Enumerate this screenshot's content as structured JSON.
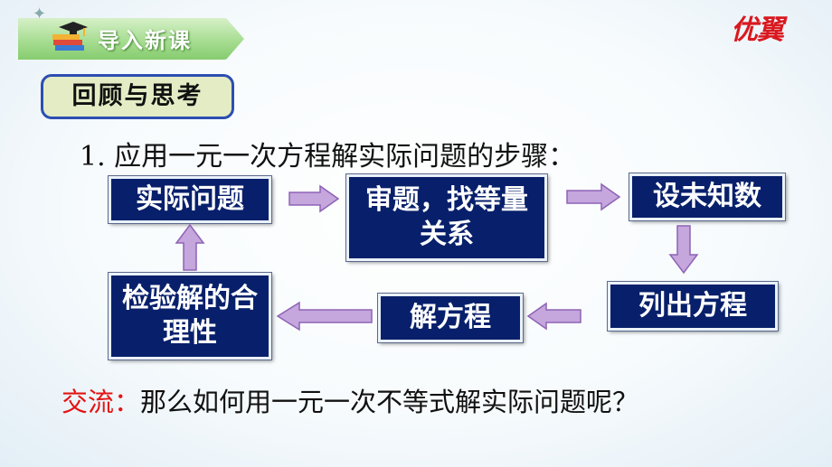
{
  "banner": {
    "title": "导入新课"
  },
  "logo": {
    "text": "优翼"
  },
  "review_heading": "回顾与思考",
  "steps_title": "1. 应用一元一次方程解实际问题的步骤：",
  "flow": {
    "n1": "实际问题",
    "n2": "审题，找等量关系",
    "n3": "设未知数",
    "n4": "列出方程",
    "n5": "解方程",
    "n6": "检验解的合理性"
  },
  "discussion": {
    "label": "交流：",
    "text": "那么如何用一元一次不等式解实际问题呢？"
  },
  "colors": {
    "node_fill": "#08206b",
    "arrow": "#c5a6dd",
    "arrow_outline": "#8e63b5",
    "accent_red": "#e31414"
  }
}
